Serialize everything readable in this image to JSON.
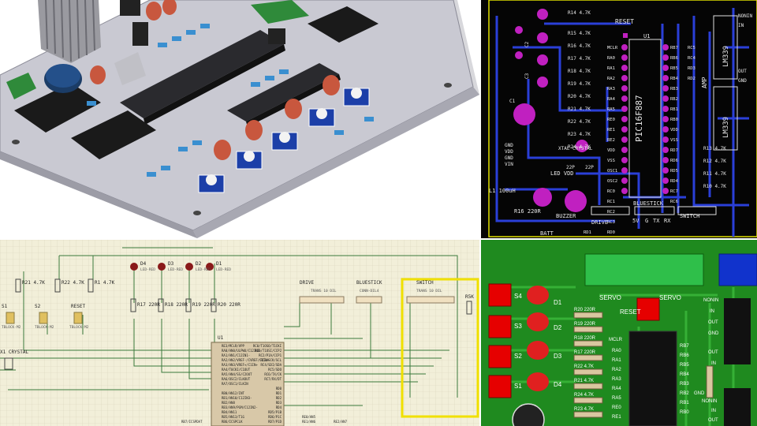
{
  "pcb_layout": {
    "reset": "RESET",
    "u1": "U1",
    "chip": "PIC16F887",
    "comparators": [
      "LM339",
      "LM339"
    ],
    "amp": "AMP",
    "resistor_labels": [
      "R14 4.7K",
      "R15 4.7K",
      "R16 4.7K",
      "R17 4.7K",
      "R18 4.7K",
      "R19 4.7K",
      "R20 4.7K",
      "R21 4.7K",
      "R22 4.7K",
      "R23 4.7K",
      "R24 4.7K",
      "R13 4.7K",
      "R12 4.7K",
      "R11 4.7K",
      "R10 4.7K"
    ],
    "pin_labels_left": [
      "MCLR",
      "RA0",
      "RA1",
      "RA2",
      "RA3",
      "RA4",
      "RA5",
      "RE0",
      "RE1",
      "RE2",
      "VDD",
      "VSS",
      "OSC1",
      "OSC2",
      "RC0",
      "RC1",
      "RC2",
      "RC3",
      "RD0",
      "RD1"
    ],
    "pin_labels_right": [
      "RB7",
      "RB6",
      "RB5",
      "RB4",
      "RB3",
      "RB2",
      "RB1",
      "RB0",
      "VDD",
      "VSS",
      "RD7",
      "RD6",
      "RD5",
      "RD4",
      "RC7",
      "RC6",
      "RC5",
      "RC4",
      "RD3",
      "RD2"
    ],
    "bottom_labels": [
      "LED VDD",
      "L1 100uH",
      "R16 220R",
      "BUZZER",
      "BATT",
      "DRIVE",
      "BLUESTICK",
      "SWITCH",
      "5V",
      "G",
      "TX",
      "RX"
    ],
    "misc_labels": [
      "XTAL CRYSTAL",
      "22P",
      "22P",
      "GND",
      "VDD",
      "GND",
      "VIN",
      "NONIN",
      "IN",
      "OUT",
      "GND",
      "C1",
      "C2",
      "C3"
    ]
  },
  "schematic": {
    "leds": [
      "D4",
      "D3",
      "D2",
      "D1"
    ],
    "led_type": "LED-RED",
    "top_resistors": [
      "R21 4.7K",
      "R22 4.7K",
      "R1 4.7K"
    ],
    "switches": [
      "S1",
      "S2",
      "RESET"
    ],
    "switch_type": "TBLOCK-M2",
    "resistors_220": [
      "R17 220R",
      "R18 220R",
      "R19 220R",
      "R20 220R"
    ],
    "connectors": [
      "DRIVE",
      "BLUESTICK",
      "SWITCH"
    ],
    "connector_types": [
      "TRANS 10 DIL",
      "CONN-DIL4",
      "TRANS 10 DIL"
    ],
    "crystal": "X1 CRYSTAL",
    "r_right": "R5K",
    "u1": "U1",
    "u1_pins_left": [
      "RE3/MCLR/VPP",
      "RA0/AN0/ULPWU/C12IN0-",
      "RA1/AN1/C12IN1-",
      "RA2/AN2/VREF-/CVREF/C2IN+",
      "RA3/AN3/VREF+/C1IN+",
      "RA4/T0CKI/C1OUT",
      "RA5/AN4/SS/C2OUT",
      "RA6/OSC2/CLKOUT",
      "RA7/OSC1/CLKIN",
      "",
      "RB0/AN12/INT",
      "RB1/AN10/C12IN3-",
      "RB2/AN8",
      "RB3/AN9/PGM/C12IN2-",
      "RB4/AN11",
      "RB5/AN13/T1G",
      "RB6/ICSPCLK",
      "RB7/ICSPDAT"
    ],
    "u1_pins_right": [
      "RC0/T1OSO/T1CKI",
      "RC1/T1OSI/CCP2",
      "RC2/P1A/CCP1",
      "RC3/SCK/SCL",
      "RC4/SDI/SDA",
      "RC5/SDO",
      "RC6/TX/CK",
      "RC7/RX/DT",
      "",
      "RD0",
      "RD1",
      "RD2",
      "RD3",
      "RD4",
      "RD5/P1B",
      "RD6/P1C",
      "RD7/P1D",
      "",
      "RE0/AN5",
      "RE1/AN6",
      "RE2/AN7"
    ]
  },
  "green_pcb": {
    "switch_labels": [
      "S4",
      "S3",
      "S2",
      "S1"
    ],
    "led_labels": [
      "D1",
      "D2",
      "D3",
      "D4"
    ],
    "reset": "RESET",
    "servo_labels": [
      "SERVO",
      "SERVO"
    ],
    "pin_labels": [
      "MCLR",
      "RA0",
      "RA1",
      "RA2",
      "RA3",
      "RA4",
      "RA5",
      "RE0",
      "RE1"
    ],
    "pin_labels_right": [
      "RB7",
      "RB6",
      "RB5",
      "RB4",
      "RB3",
      "RB2",
      "RB1",
      "RB0"
    ],
    "resistors": [
      "R20 220R",
      "R19 220R",
      "R18 220R",
      "R17 220R",
      "R22 4.7K",
      "R21 4.7K",
      "R24 4.7K",
      "R23 4.7K"
    ],
    "right_labels": [
      "NONIN",
      "IN",
      "OUT",
      "GND",
      "OUT",
      "IN",
      "NONIN",
      "IN",
      "OUT",
      "GND"
    ],
    "colors": {
      "board": "#1f8a1f",
      "silk": "#ffffff",
      "button": "#e60000",
      "header_blue": "#1133cc",
      "lcd": "#2fbf4a"
    }
  }
}
